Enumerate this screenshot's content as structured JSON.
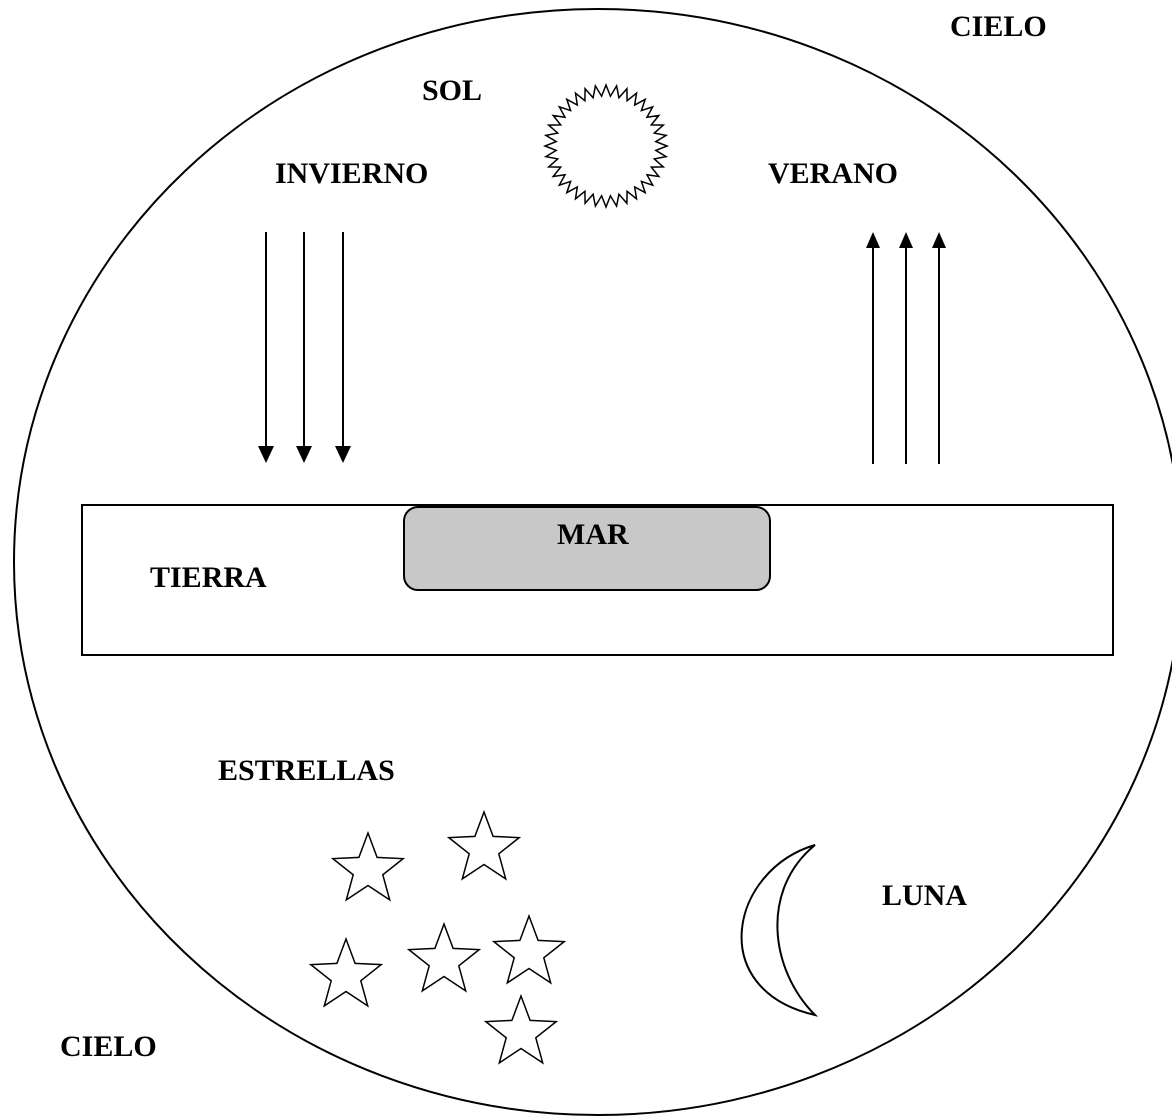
{
  "labels": {
    "sky_top": "CIELO",
    "sky_bottom": "CIELO",
    "sun": "SOL",
    "winter": "INVIERNO",
    "summer": "VERANO",
    "land": "TIERRA",
    "sea": "MAR",
    "stars": "ESTRELLAS",
    "moon": "LUNA"
  },
  "colors": {
    "stroke": "#000000",
    "sea_fill": "#c8c8c8",
    "background": "#ffffff"
  },
  "icons": {
    "sun": "sun-icon",
    "moon": "crescent-moon-icon",
    "star": "star-icon",
    "arrow_down": "arrow-down-icon",
    "arrow_up": "arrow-up-icon"
  }
}
